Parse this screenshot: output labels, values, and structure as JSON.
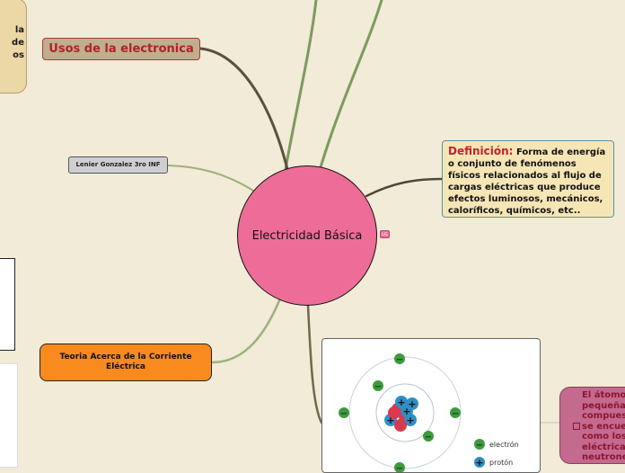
{
  "central": {
    "label": "Electricidad Básica",
    "badge": "LG"
  },
  "tan_node": {
    "lines": [
      "la",
      "de",
      "os"
    ]
  },
  "usos": {
    "label": "Usos de la electronica"
  },
  "author": {
    "label": "Lenier Gonzalez 3ro INF"
  },
  "definicion": {
    "title": "Definición:",
    "text": "Forma de energía o conjunto de fenómenos físicos relacionados al flujo de cargas eléctricas que produce efectos luminosos, mecánicos, caloríficos, químicos, etc.."
  },
  "teoria": {
    "label": "Teoria Acerca de la Corriente Eléctrica"
  },
  "atom_image": {
    "legend": [
      {
        "symbol": "−",
        "label": "electrón",
        "color": "#3d9a3d"
      },
      {
        "symbol": "+",
        "label": "protón",
        "color": "#2f8fc4"
      }
    ]
  },
  "atomo_node": {
    "lines": [
      "El átomo",
      "pequeña",
      "compues",
      "se encue",
      "como los",
      "eléctrica",
      "neutrone"
    ]
  },
  "colors": {
    "background": "#f1ebd7",
    "central": "#ee6d98",
    "teoria": "#f88a1e",
    "usos_text": "#b3202c",
    "definicion_border": "#5a8fb4"
  }
}
